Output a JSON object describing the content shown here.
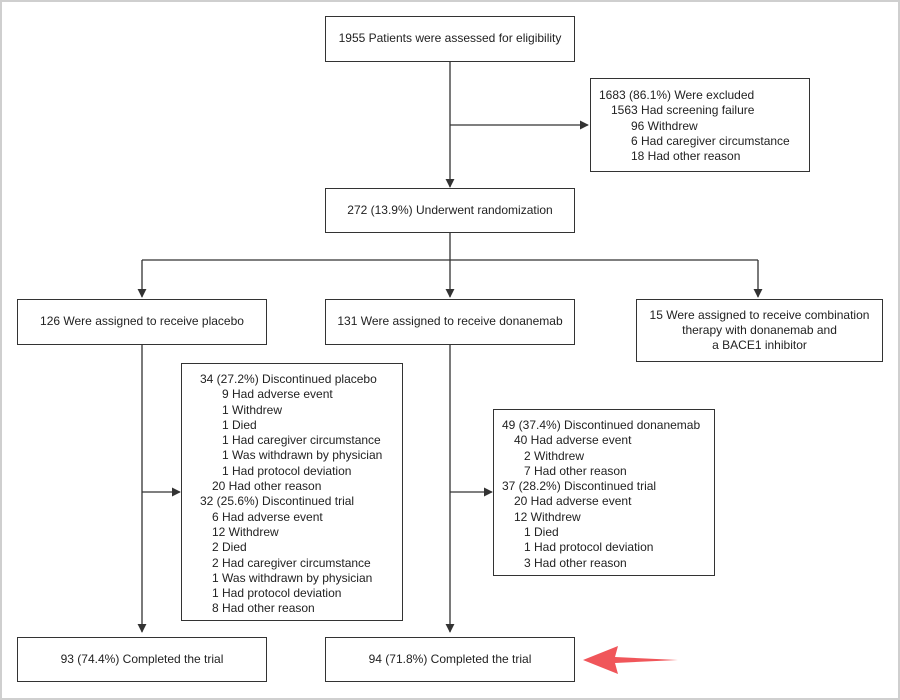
{
  "flow": {
    "assessed": "1955 Patients were assessed for eligibility",
    "excluded": {
      "header": "1683 (86.1%) Were excluded",
      "reasons": [
        "1563 Had screening failure",
        "96 Withdrew",
        "6 Had caregiver circumstance",
        "18 Had other reason"
      ]
    },
    "randomized": "272 (13.9%) Underwent randomization",
    "placebo_arm": "126 Were assigned to receive placebo",
    "donanemab_arm": "131 Were assigned to receive donanemab",
    "combo_arm": {
      "lines": [
        "15 Were assigned to receive combination",
        "therapy with donanemab and",
        "a BACE1 inhibitor"
      ]
    },
    "placebo_discontinued": {
      "drug_header": "34 (27.2%) Discontinued placebo",
      "drug_reasons": [
        "9 Had adverse event",
        "1 Withdrew",
        "1 Died",
        "1 Had caregiver circumstance",
        "1 Was withdrawn by physician",
        "1 Had protocol deviation"
      ],
      "drug_other": "20 Had other reason",
      "trial_header": "32 (25.6%) Discontinued trial",
      "trial_reasons": [
        "6 Had adverse event",
        "12 Withdrew",
        "2 Died",
        "2 Had caregiver circumstance",
        "1 Was withdrawn by physician",
        "1 Had protocol deviation",
        "8 Had other reason"
      ]
    },
    "donanemab_discontinued": {
      "drug_header": "49 (37.4%) Discontinued donanemab",
      "drug_reasons": [
        "40 Had adverse event",
        "2 Withdrew",
        "7 Had other reason"
      ],
      "trial_header": "37 (28.2%) Discontinued trial",
      "trial_reasons": [
        "20 Had adverse event",
        "12 Withdrew",
        "1 Died",
        "1 Had protocol deviation",
        "3 Had other reason"
      ]
    },
    "placebo_completed": "93 (74.4%) Completed the trial",
    "donanemab_completed": "94 (71.8%) Completed the trial"
  },
  "colors": {
    "line": "#333333",
    "highlight_arrow": "#f0565a",
    "frame": "#cfcfcf"
  }
}
